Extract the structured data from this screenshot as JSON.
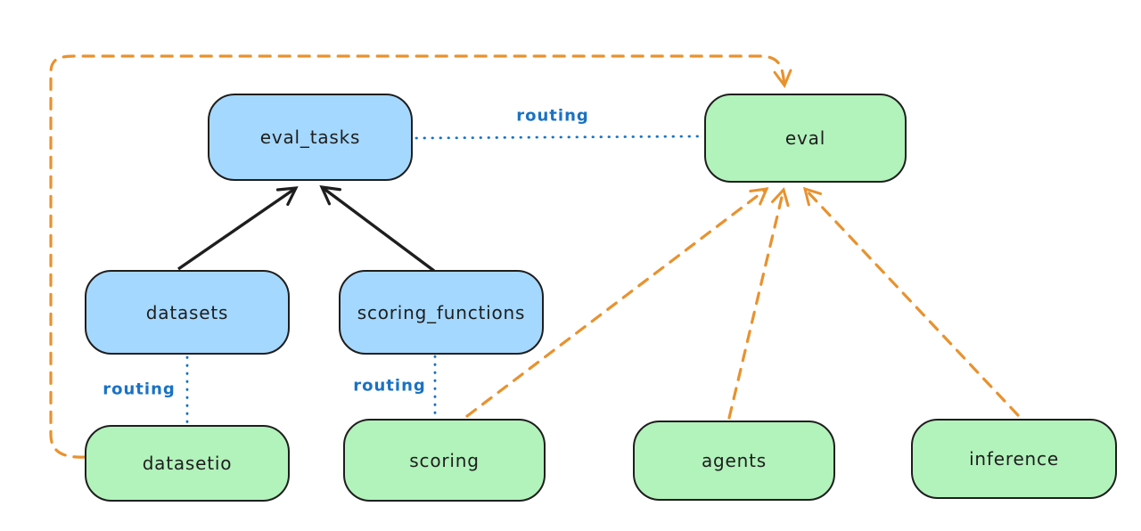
{
  "diagram": {
    "title": "",
    "colors": {
      "api_fill": "#a5d8ff",
      "provider_fill": "#b2f2bb",
      "node_stroke": "#1e1e1e",
      "routing_blue": "#1a72c4",
      "dashed_orange": "#e8922e",
      "background": "#ffffff"
    },
    "nodes": {
      "eval_tasks": {
        "label": "eval_tasks",
        "kind": "api"
      },
      "eval": {
        "label": "eval",
        "kind": "provider"
      },
      "datasets": {
        "label": "datasets",
        "kind": "api"
      },
      "scoring_functions": {
        "label": "scoring_functions",
        "kind": "api"
      },
      "datasetio": {
        "label": "datasetio",
        "kind": "provider"
      },
      "scoring": {
        "label": "scoring",
        "kind": "provider"
      },
      "agents": {
        "label": "agents",
        "kind": "provider"
      },
      "inference": {
        "label": "inference",
        "kind": "provider"
      }
    },
    "edges": [
      {
        "from": "datasets",
        "to": "eval_tasks",
        "style": "solid",
        "color": "black",
        "label": ""
      },
      {
        "from": "scoring_functions",
        "to": "eval_tasks",
        "style": "solid",
        "color": "black",
        "label": ""
      },
      {
        "from": "eval_tasks",
        "to": "eval",
        "style": "dotted",
        "color": "blue",
        "label": "routing"
      },
      {
        "from": "datasets",
        "to": "datasetio",
        "style": "dotted",
        "color": "blue",
        "label": "routing"
      },
      {
        "from": "scoring_functions",
        "to": "scoring",
        "style": "dotted",
        "color": "blue",
        "label": "routing"
      },
      {
        "from": "datasetio",
        "to": "eval",
        "style": "dashed",
        "color": "orange",
        "label": ""
      },
      {
        "from": "scoring",
        "to": "eval",
        "style": "dashed",
        "color": "orange",
        "label": ""
      },
      {
        "from": "agents",
        "to": "eval",
        "style": "dashed",
        "color": "orange",
        "label": ""
      },
      {
        "from": "inference",
        "to": "eval",
        "style": "dashed",
        "color": "orange",
        "label": ""
      }
    ]
  }
}
